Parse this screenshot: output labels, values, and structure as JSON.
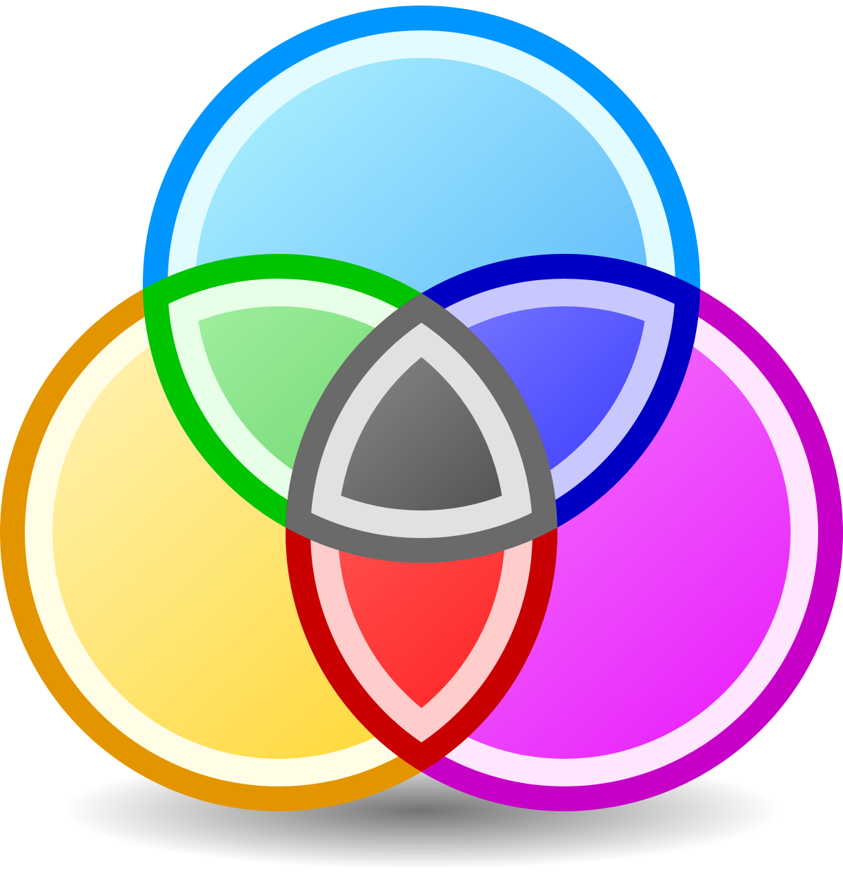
{
  "diagram": {
    "type": "venn",
    "set_count": 3,
    "regions": {
      "top": {
        "name": "cyan-circle",
        "outline": "#0096ff",
        "rim": "#e2fbff",
        "fill_light": "#b5f7ff",
        "fill_dark": "#1f8ef8"
      },
      "left": {
        "name": "yellow-circle",
        "outline": "#e39500",
        "rim": "#fffde6",
        "fill_light": "#fffad6",
        "fill_dark": "#ffcc00"
      },
      "right": {
        "name": "magenta-circle",
        "outline": "#c700c7",
        "rim": "#ffe6ff",
        "fill_light": "#ffc6ff",
        "fill_dark": "#e81cfb"
      },
      "top_left": {
        "name": "green-overlap",
        "outline": "#00c400",
        "rim": "#e6ffe6",
        "fill_light": "#c4ffc4",
        "fill_dark": "#24b424"
      },
      "top_right": {
        "name": "blue-overlap",
        "outline": "#0000c4",
        "rim": "#c8c8ff",
        "fill_light": "#c8c8ff",
        "fill_dark": "#0000ff"
      },
      "left_right": {
        "name": "red-overlap",
        "outline": "#c80000",
        "rim": "#ffcccc",
        "fill_light": "#ffa0a0",
        "fill_dark": "#ff0000"
      },
      "center": {
        "name": "black-center",
        "outline": "#6a6a6a",
        "rim": "#e1e1e1",
        "fill_light": "#d9d9d9",
        "fill_dark": "#000000"
      }
    },
    "shadow_color": "#8c8c8c"
  }
}
